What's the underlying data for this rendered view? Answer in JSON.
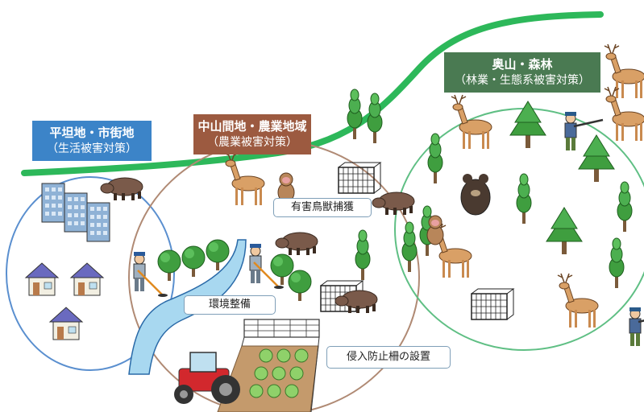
{
  "zones": {
    "flatland": {
      "title": "平坦地・市街地",
      "subtitle": "（生活被害対策）",
      "color": "#3c84c8"
    },
    "hill": {
      "title": "中山間地・農業地域",
      "subtitle": "（農業被害対策）",
      "color": "#9c5a40"
    },
    "mountain": {
      "title": "奥山・森林",
      "subtitle": "（林業・生態系被害対策）",
      "color": "#4a7a52"
    }
  },
  "notes": {
    "capture": "有害鳥獣捕獲",
    "environment": "環境整備",
    "fence": "侵入防止柵の設置"
  },
  "colors": {
    "ridge_line": "#2db85a",
    "flat_circle": "#5a8fcf",
    "hill_circle": "#b08a74",
    "mountain_circle": "#5fbf84",
    "river": "#a8d8f0",
    "field": "#c49a6c",
    "tree_green": "#3f9e3f",
    "tractor_red": "#d2282d"
  },
  "icons": [
    "building-icon",
    "house-icon",
    "deer-icon",
    "boar-icon",
    "monkey-icon",
    "bear-icon",
    "hunter-icon",
    "tree-icon",
    "trap-cage-icon",
    "tractor-icon",
    "cabbage-icon",
    "fence-icon",
    "worker-icon"
  ]
}
